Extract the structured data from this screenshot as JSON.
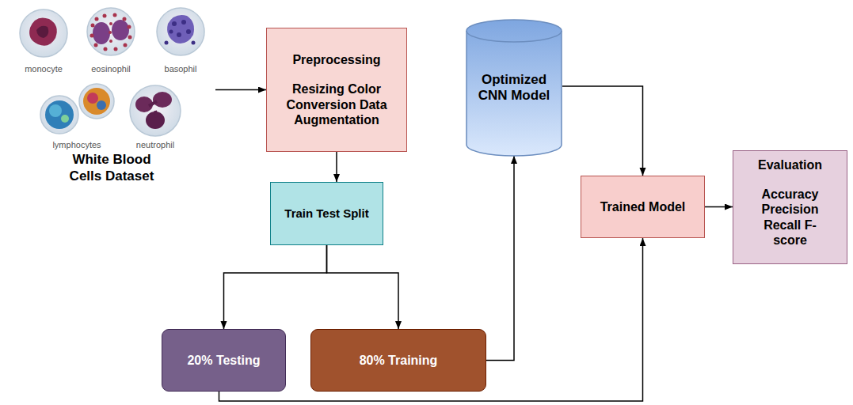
{
  "diagram": {
    "nodes": [
      {
        "text": [
          "White Blood Cells Dataset"
        ]
      },
      {
        "text": [
          "Preprocessing",
          "Resizing Color Conversion Data Augmentation"
        ]
      },
      {
        "text": [
          "Optimized CNN Model"
        ]
      },
      {
        "text": [
          "Train Test Split"
        ]
      },
      {
        "text": [
          "Trained Model"
        ]
      },
      {
        "text": [
          "Evaluation",
          "Accuracy Precision Recall F-score"
        ]
      },
      {
        "text": [
          "20% Testing"
        ]
      },
      {
        "text": [
          "80% Training"
        ]
      }
    ],
    "edges": [
      {
        "from": 0,
        "to": 1,
        "arrow": "to"
      },
      {
        "from": 1,
        "to": 3,
        "arrow": "to"
      },
      {
        "from": 3,
        "to": 6,
        "arrow": "to"
      },
      {
        "from": 3,
        "to": 7,
        "arrow": "to"
      },
      {
        "from": 7,
        "to": 2,
        "arrow": "to"
      },
      {
        "from": 2,
        "to": 4,
        "arrow": "to"
      },
      {
        "from": 4,
        "to": 5,
        "arrow": "to"
      },
      {
        "from": 6,
        "to": 4,
        "arrow": "to"
      }
    ],
    "labels": [
      "monocyte",
      "eosinophil",
      "basophil",
      "lymphocytes",
      "neutrophil"
    ]
  }
}
